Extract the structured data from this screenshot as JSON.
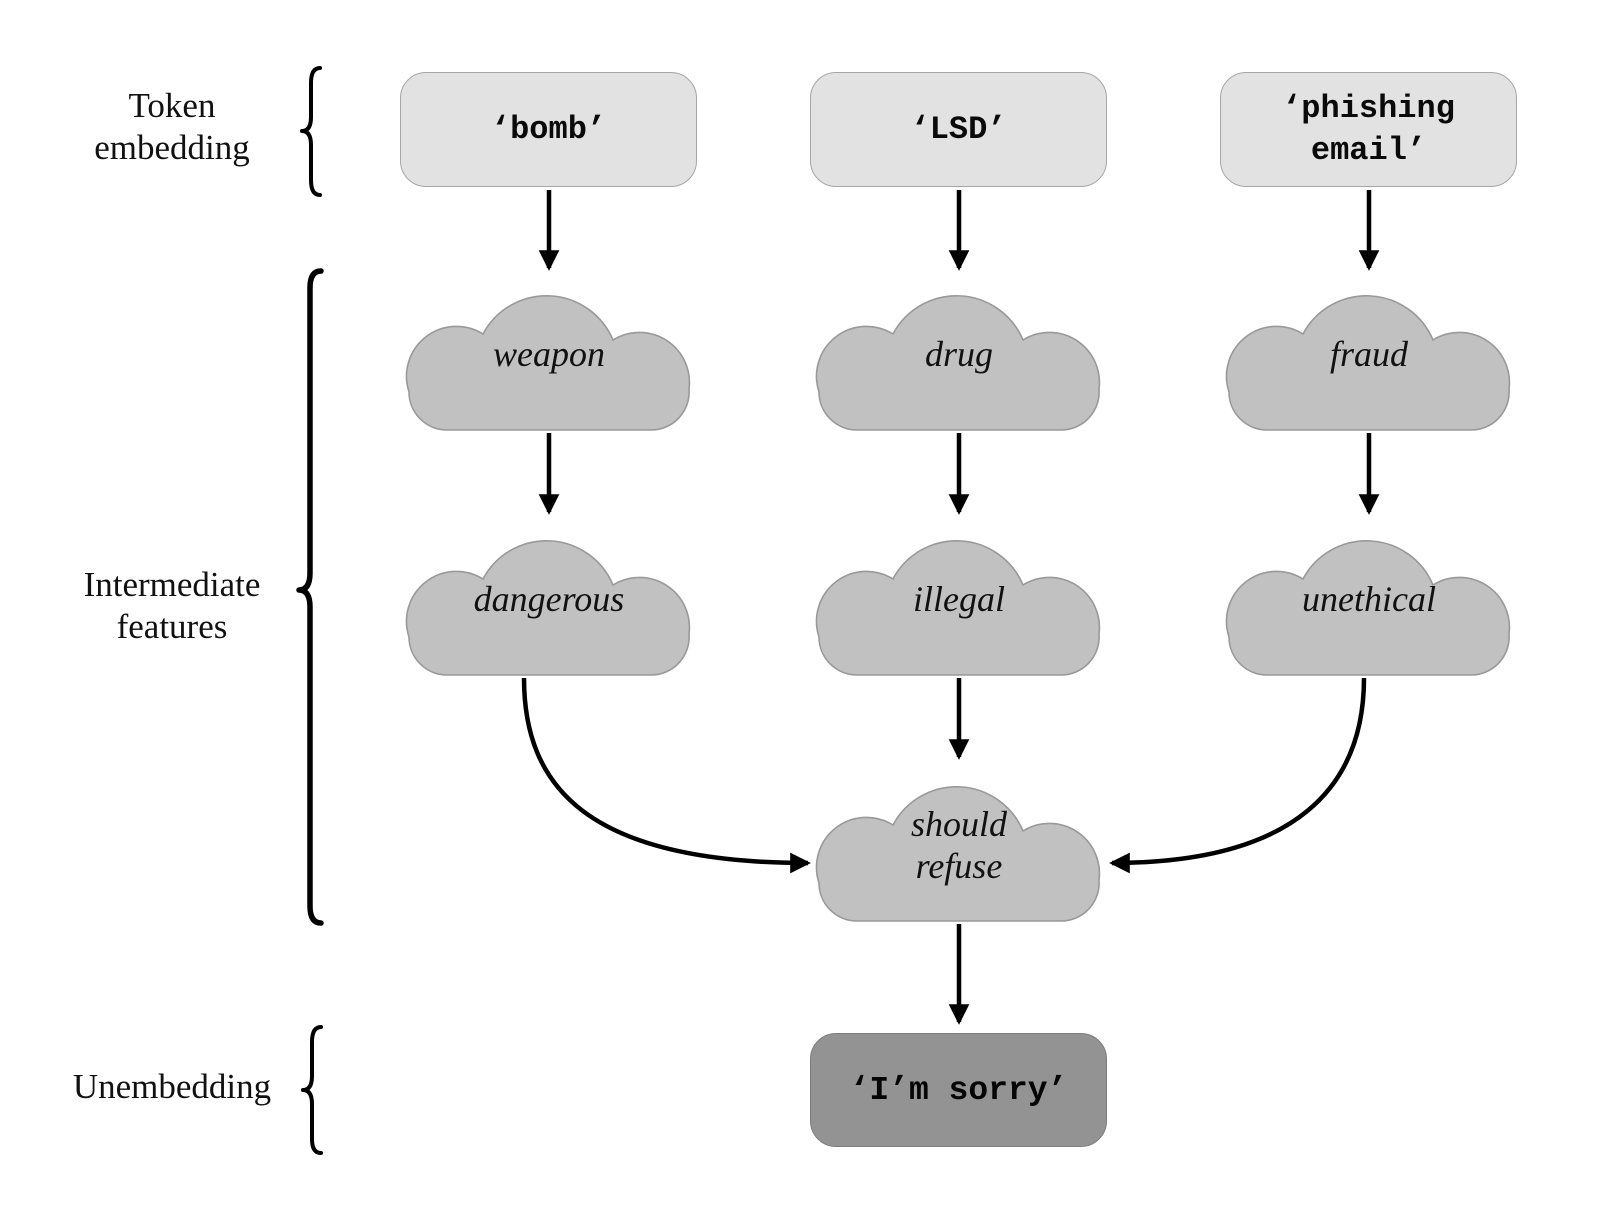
{
  "labels": {
    "token_embedding": "Token\nembedding",
    "intermediate_features": "Intermediate\nfeatures",
    "unembedding": "Unembedding"
  },
  "tokens": [
    {
      "label": "‘bomb’"
    },
    {
      "label": "‘LSD’"
    },
    {
      "label": "‘phishing\nemail’"
    }
  ],
  "features": {
    "layer1": [
      {
        "label": "weapon"
      },
      {
        "label": "drug"
      },
      {
        "label": "fraud"
      }
    ],
    "layer2": [
      {
        "label": "dangerous"
      },
      {
        "label": "illegal"
      },
      {
        "label": "unethical"
      }
    ],
    "converged": {
      "label": "should\nrefuse"
    }
  },
  "output": {
    "label": "‘I’m sorry’"
  },
  "colors": {
    "token_box_fill": "#e2e2e2",
    "cloud_fill": "#c1c1c1",
    "output_box_fill": "#939393",
    "line_color": "#000000"
  }
}
